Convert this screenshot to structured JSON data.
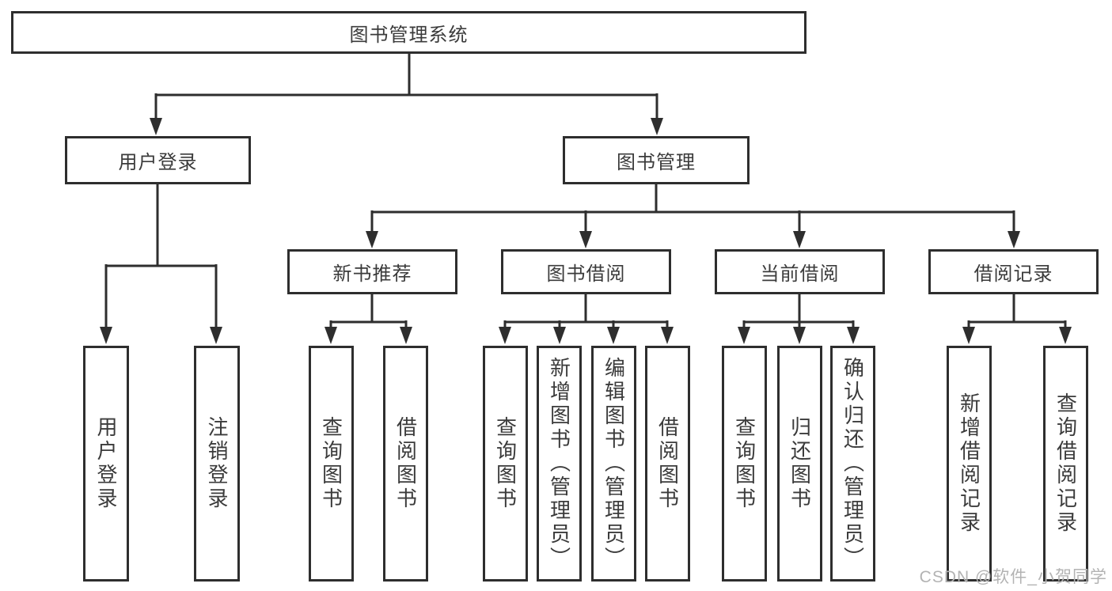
{
  "tree": {
    "root": {
      "label": "图书管理系统",
      "children": [
        {
          "label": "用户登录",
          "children": [
            {
              "label": "用户登录"
            },
            {
              "label": "注销登录"
            }
          ]
        },
        {
          "label": "图书管理",
          "children": [
            {
              "label": "新书推荐",
              "children": [
                {
                  "label": "查询图书"
                },
                {
                  "label": "借阅图书"
                }
              ]
            },
            {
              "label": "图书借阅",
              "children": [
                {
                  "label": "查询图书"
                },
                {
                  "label": "新增图书（管理员）"
                },
                {
                  "label": "编辑图书（管理员）"
                },
                {
                  "label": "借阅图书"
                }
              ]
            },
            {
              "label": "当前借阅",
              "children": [
                {
                  "label": "查询图书"
                },
                {
                  "label": "归还图书"
                },
                {
                  "label": "确认归还（管理员）"
                }
              ]
            },
            {
              "label": "借阅记录",
              "children": [
                {
                  "label": "新增借阅记录"
                },
                {
                  "label": "查询借阅记录"
                }
              ]
            }
          ]
        }
      ]
    }
  },
  "watermark": {
    "text": "CSDN @软件_小贺同学"
  },
  "colors": {
    "line": "#2e2e2e",
    "text": "#3b3b3b",
    "watermark": "#b3b3b3",
    "background": "#ffffff"
  }
}
